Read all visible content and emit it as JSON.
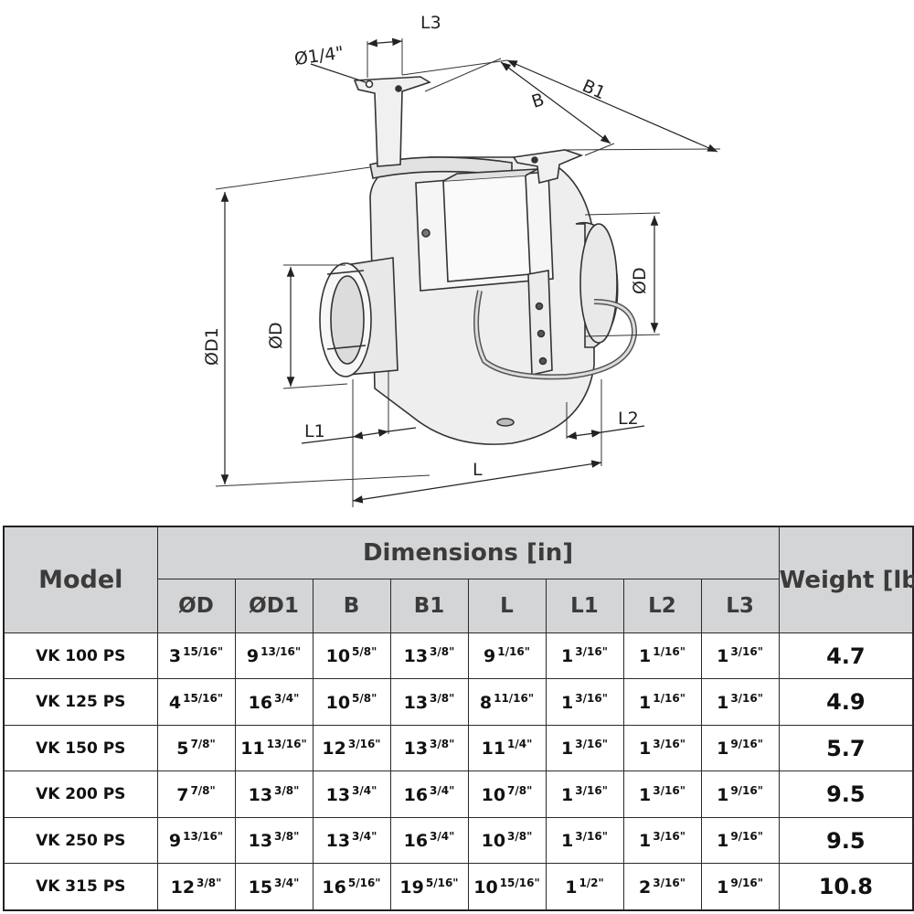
{
  "drawing": {
    "labels": {
      "hole": "Ø1/4\"",
      "l3": "L3",
      "b": "B",
      "b1": "B1",
      "d1": "ØD1",
      "d_left": "ØD",
      "d_right": "ØD",
      "l1": "L1",
      "l2": "L2",
      "l": "L"
    }
  },
  "table": {
    "model_header": "Model",
    "dimensions_header": "Dimensions [in]",
    "weight_header": "Weight [lbs]",
    "columns": [
      "ØD",
      "ØD1",
      "B",
      "B1",
      "L",
      "L1",
      "L2",
      "L3"
    ],
    "rows": [
      {
        "model": "VK 100 PS",
        "dims": [
          [
            "3",
            "15/16\""
          ],
          [
            "9",
            "13/16\""
          ],
          [
            "10",
            "5/8\""
          ],
          [
            "13",
            "3/8\""
          ],
          [
            "9",
            "1/16\""
          ],
          [
            "1",
            "3/16\""
          ],
          [
            "1",
            "1/16\""
          ],
          [
            "1",
            "3/16\""
          ]
        ],
        "weight": "4.7"
      },
      {
        "model": "VK 125 PS",
        "dims": [
          [
            "4",
            "15/16\""
          ],
          [
            "16",
            "3/4\""
          ],
          [
            "10",
            "5/8\""
          ],
          [
            "13",
            "3/8\""
          ],
          [
            "8",
            "11/16\""
          ],
          [
            "1",
            "3/16\""
          ],
          [
            "1",
            "1/16\""
          ],
          [
            "1",
            "3/16\""
          ]
        ],
        "weight": "4.9"
      },
      {
        "model": "VK 150 PS",
        "dims": [
          [
            "5",
            "7/8\""
          ],
          [
            "11",
            "13/16\""
          ],
          [
            "12",
            "3/16\""
          ],
          [
            "13",
            "3/8\""
          ],
          [
            "11",
            "1/4\""
          ],
          [
            "1",
            "3/16\""
          ],
          [
            "1",
            "3/16\""
          ],
          [
            "1",
            "9/16\""
          ]
        ],
        "weight": "5.7"
      },
      {
        "model": "VK 200 PS",
        "dims": [
          [
            "7",
            "7/8\""
          ],
          [
            "13",
            "3/8\""
          ],
          [
            "13",
            "3/4\""
          ],
          [
            "16",
            "3/4\""
          ],
          [
            "10",
            "7/8\""
          ],
          [
            "1",
            "3/16\""
          ],
          [
            "1",
            "3/16\""
          ],
          [
            "1",
            "9/16\""
          ]
        ],
        "weight": "9.5"
      },
      {
        "model": "VK 250 PS",
        "dims": [
          [
            "9",
            "13/16\""
          ],
          [
            "13",
            "3/8\""
          ],
          [
            "13",
            "3/4\""
          ],
          [
            "16",
            "3/4\""
          ],
          [
            "10",
            "3/8\""
          ],
          [
            "1",
            "3/16\""
          ],
          [
            "1",
            "3/16\""
          ],
          [
            "1",
            "9/16\""
          ]
        ],
        "weight": "9.5"
      },
      {
        "model": "VK 315 PS",
        "dims": [
          [
            "12",
            "3/8\""
          ],
          [
            "15",
            "3/4\""
          ],
          [
            "16",
            "5/16\""
          ],
          [
            "19",
            "5/16\""
          ],
          [
            "10",
            "15/16\""
          ],
          [
            "1",
            "1/2\""
          ],
          [
            "2",
            "3/16\""
          ],
          [
            "1",
            "9/16\""
          ]
        ],
        "weight": "10.8"
      }
    ]
  }
}
